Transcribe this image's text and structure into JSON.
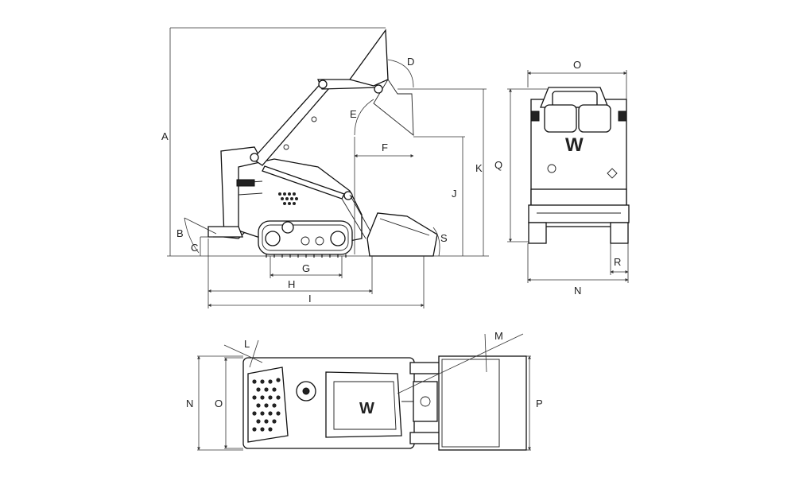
{
  "labels": {
    "A": "A",
    "B": "B",
    "C": "C",
    "D": "D",
    "E": "E",
    "F": "F",
    "G": "G",
    "H": "H",
    "I": "I",
    "J": "J",
    "K": "K",
    "L": "L",
    "M": "M",
    "N": "N",
    "O": "O",
    "P": "P",
    "Q": "Q",
    "R": "R",
    "S": "S"
  },
  "brand_mark": "W"
}
